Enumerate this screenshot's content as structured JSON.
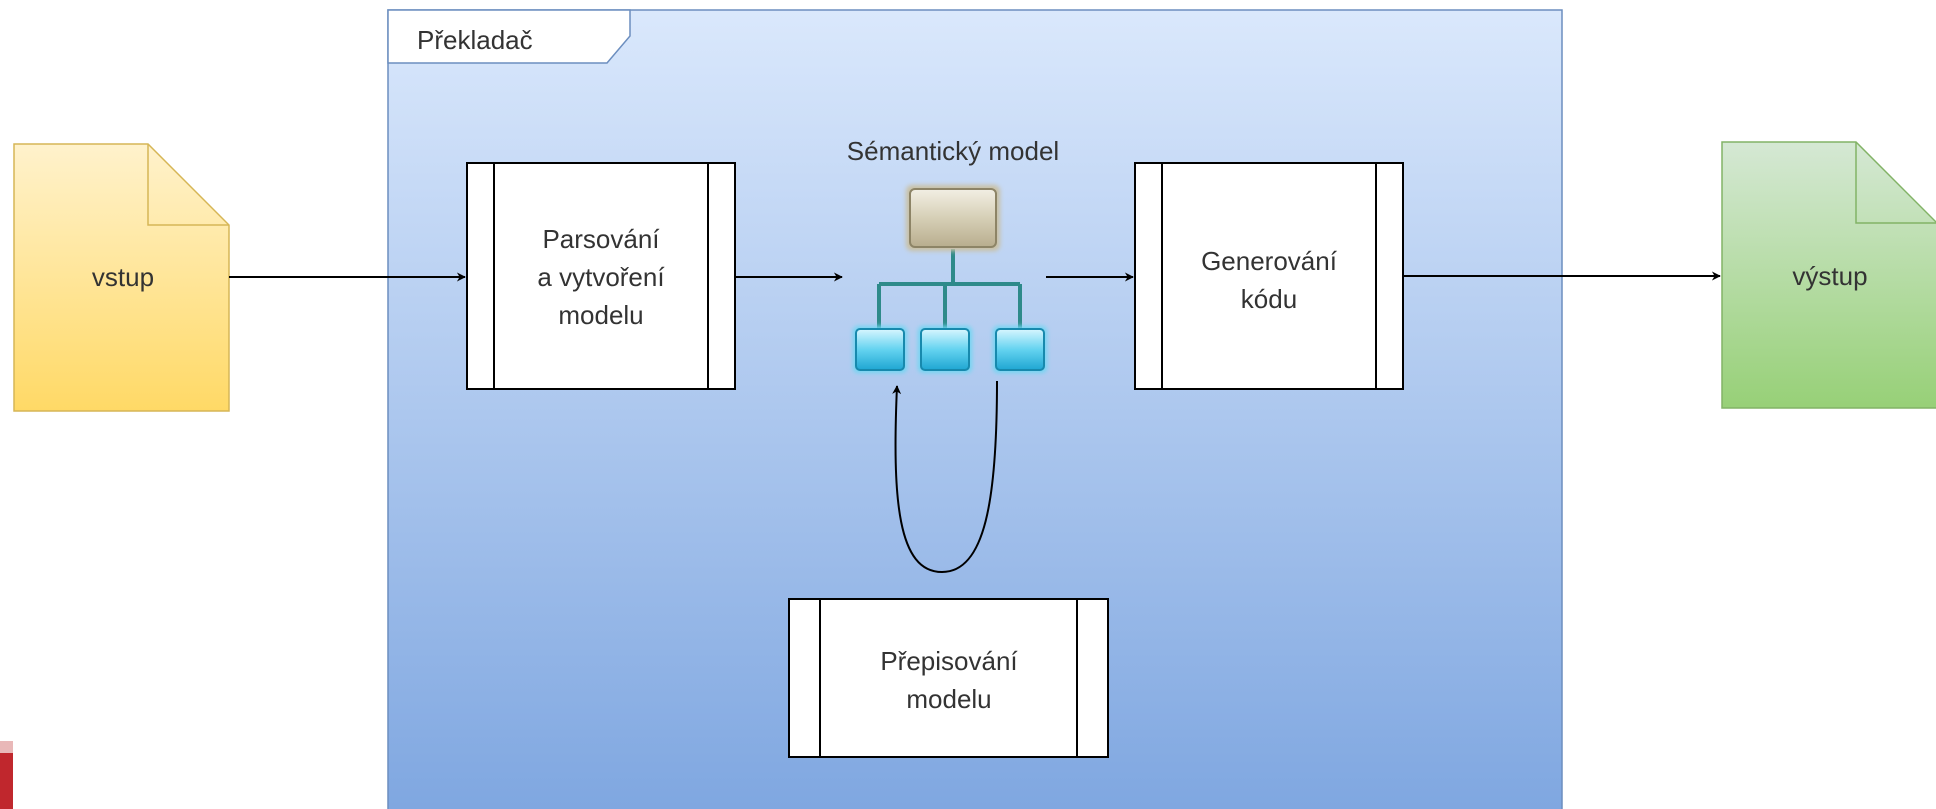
{
  "frame": {
    "title": "Překladač"
  },
  "nodes": {
    "input": {
      "label": "vstup",
      "fill_top": "#fff2cc",
      "fill_bottom": "#ffd966",
      "stroke": "#d6b656"
    },
    "output": {
      "label": "výstup",
      "fill_top": "#d5e8d4",
      "fill_bottom": "#97d077",
      "stroke": "#82b366"
    },
    "parse": {
      "lines": [
        "Parsování",
        "a vytvoření",
        "modelu"
      ]
    },
    "generate": {
      "lines": [
        "Generování",
        "kódu"
      ]
    },
    "rewrite": {
      "lines": [
        "Přepisování",
        "modelu"
      ]
    },
    "semantic_model": {
      "label": "Sémantický model",
      "icon": "org-chart-icon"
    }
  },
  "colors": {
    "frame_top": "#dae8fc",
    "frame_bottom": "#7ea6e0",
    "frame_stroke": "#6c8ebf",
    "edge": "#000000",
    "corner_mark": "#c0272d"
  }
}
